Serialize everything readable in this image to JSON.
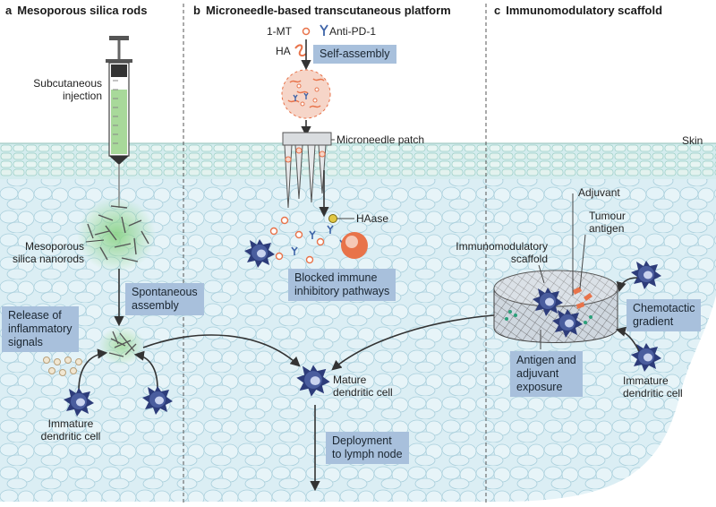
{
  "panels": [
    {
      "letter": "a",
      "title": "Mesoporous silica rods"
    },
    {
      "letter": "b",
      "title": "Microneedle-based transcutaneous platform"
    },
    {
      "letter": "c",
      "title": "Immunomodulatory scaffold"
    }
  ],
  "labels": {
    "subcutaneous_injection": [
      "Subcutaneous",
      "injection"
    ],
    "mesoporous_nanorods": [
      "Mesoporous",
      "silica nanorods"
    ],
    "immature_dc_a": [
      "Immature",
      "dendritic cell"
    ],
    "mt": "1-MT",
    "anti_pd1": "Anti-PD-1",
    "ha": "HA",
    "microneedle_patch": "Microneedle patch",
    "haase": "HAase",
    "skin": "Skin",
    "mature_dc": [
      "Mature",
      "dendritic cell"
    ],
    "adjuvant": "Adjuvant",
    "tumour_antigen": [
      "Tumour",
      "antigen"
    ],
    "immuno_scaffold": [
      "Immunomodulatory",
      "scaffold"
    ],
    "immature_dc_c": [
      "Immature",
      "dendritic cell"
    ]
  },
  "boxes": {
    "spontaneous_assembly": [
      "Spontaneous",
      "assembly"
    ],
    "release_signals": [
      "Release of",
      "inflammatory",
      "signals"
    ],
    "self_assembly": [
      "Self-assembly"
    ],
    "blocked_pathways": [
      "Blocked immune",
      "inhibitory pathways"
    ],
    "deployment": [
      "Deployment",
      "to lymph node"
    ],
    "chemotactic": [
      "Chemotactic",
      "gradient"
    ],
    "antigen_adjuvant": [
      "Antigen and",
      "adjuvant",
      "exposure"
    ]
  },
  "colors": {
    "tissue": "#dbeef4",
    "cell_outline": "#a9cfdc",
    "box": "#a8c0dc",
    "dc_body": "#2d3c7a",
    "dc_light": "#5a6fae",
    "syringe_fluid": "#a8d99a",
    "nanorod_glow": "#8ed48a",
    "skin_band": "#c9e6ea",
    "orange": "#e8734a",
    "antibody": "#3e64a8"
  }
}
